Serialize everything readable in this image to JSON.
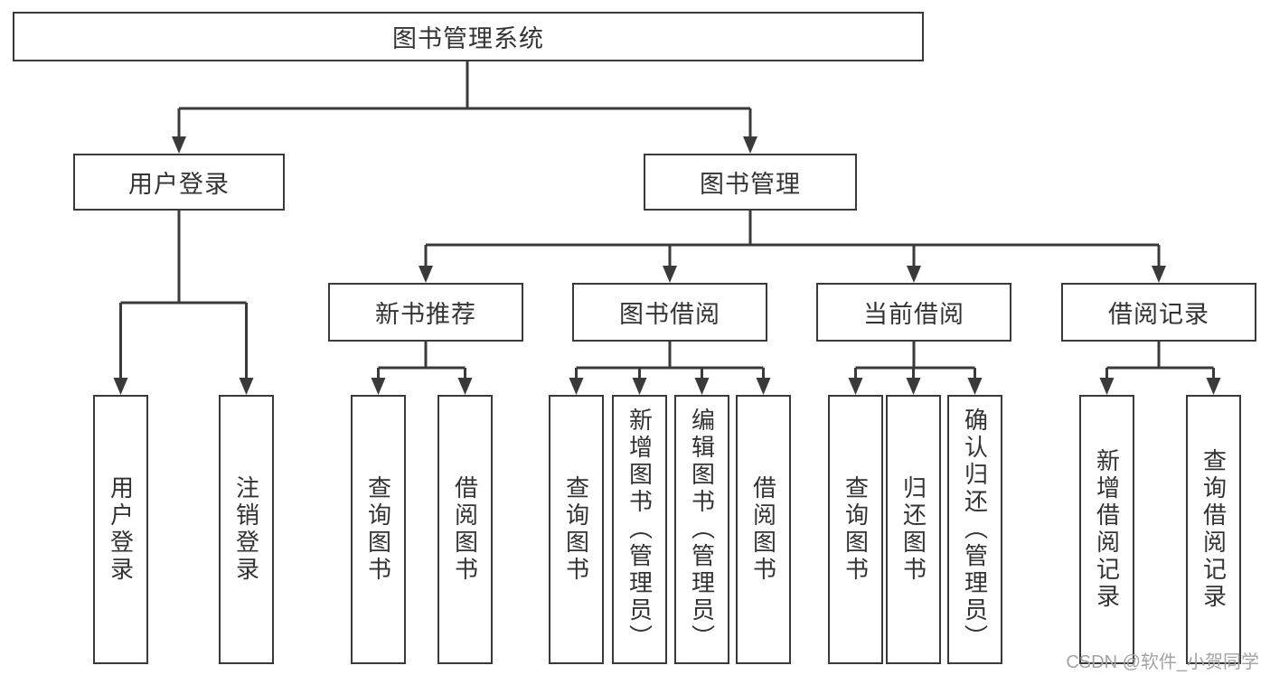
{
  "diagram": {
    "title": "图书管理系统",
    "branches": [
      {
        "label": "用户登录",
        "children": [
          {
            "label": "用户登录"
          },
          {
            "label": "注销登录"
          }
        ]
      },
      {
        "label": "图书管理",
        "children": [
          {
            "label": "新书推荐",
            "children": [
              {
                "label": "查询图书"
              },
              {
                "label": "借阅图书"
              }
            ]
          },
          {
            "label": "图书借阅",
            "children": [
              {
                "label": "查询图书"
              },
              {
                "label": "新增图书（管理员）"
              },
              {
                "label": "编辑图书（管理员）"
              },
              {
                "label": "借阅图书"
              }
            ]
          },
          {
            "label": "当前借阅",
            "children": [
              {
                "label": "查询图书"
              },
              {
                "label": "归还图书"
              },
              {
                "label": "确认归还（管理员）"
              }
            ]
          },
          {
            "label": "借阅记录",
            "children": [
              {
                "label": "新增借阅记录"
              },
              {
                "label": "查询借阅记录"
              }
            ]
          }
        ]
      }
    ]
  },
  "watermark": "CSDN @软件_小贺同学",
  "colors": {
    "line": "#3a3a3a",
    "text": "#333333",
    "watermark": "#a3a3a3",
    "background": "#ffffff"
  }
}
